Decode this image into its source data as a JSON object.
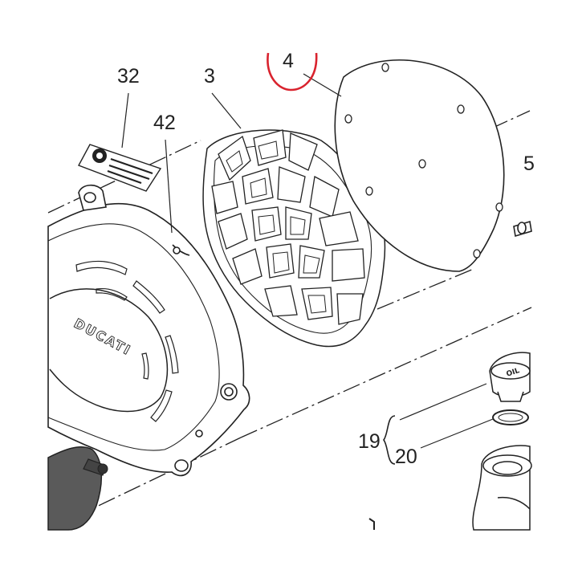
{
  "diagram": {
    "callouts": [
      {
        "id": "c32",
        "label": "32"
      },
      {
        "id": "c3",
        "label": "3"
      },
      {
        "id": "c42",
        "label": "42"
      },
      {
        "id": "c4",
        "label": "4"
      },
      {
        "id": "c5",
        "label": "5"
      },
      {
        "id": "c19",
        "label": "19"
      },
      {
        "id": "c20",
        "label": "20"
      }
    ],
    "highlighted_callout": "4",
    "brand_text": "DUCATI",
    "cap_marking": "OIL",
    "colors": {
      "line": "#222222",
      "highlight": "#d9232e",
      "dark_part": "#5a5a5a",
      "background": "#ffffff"
    }
  }
}
